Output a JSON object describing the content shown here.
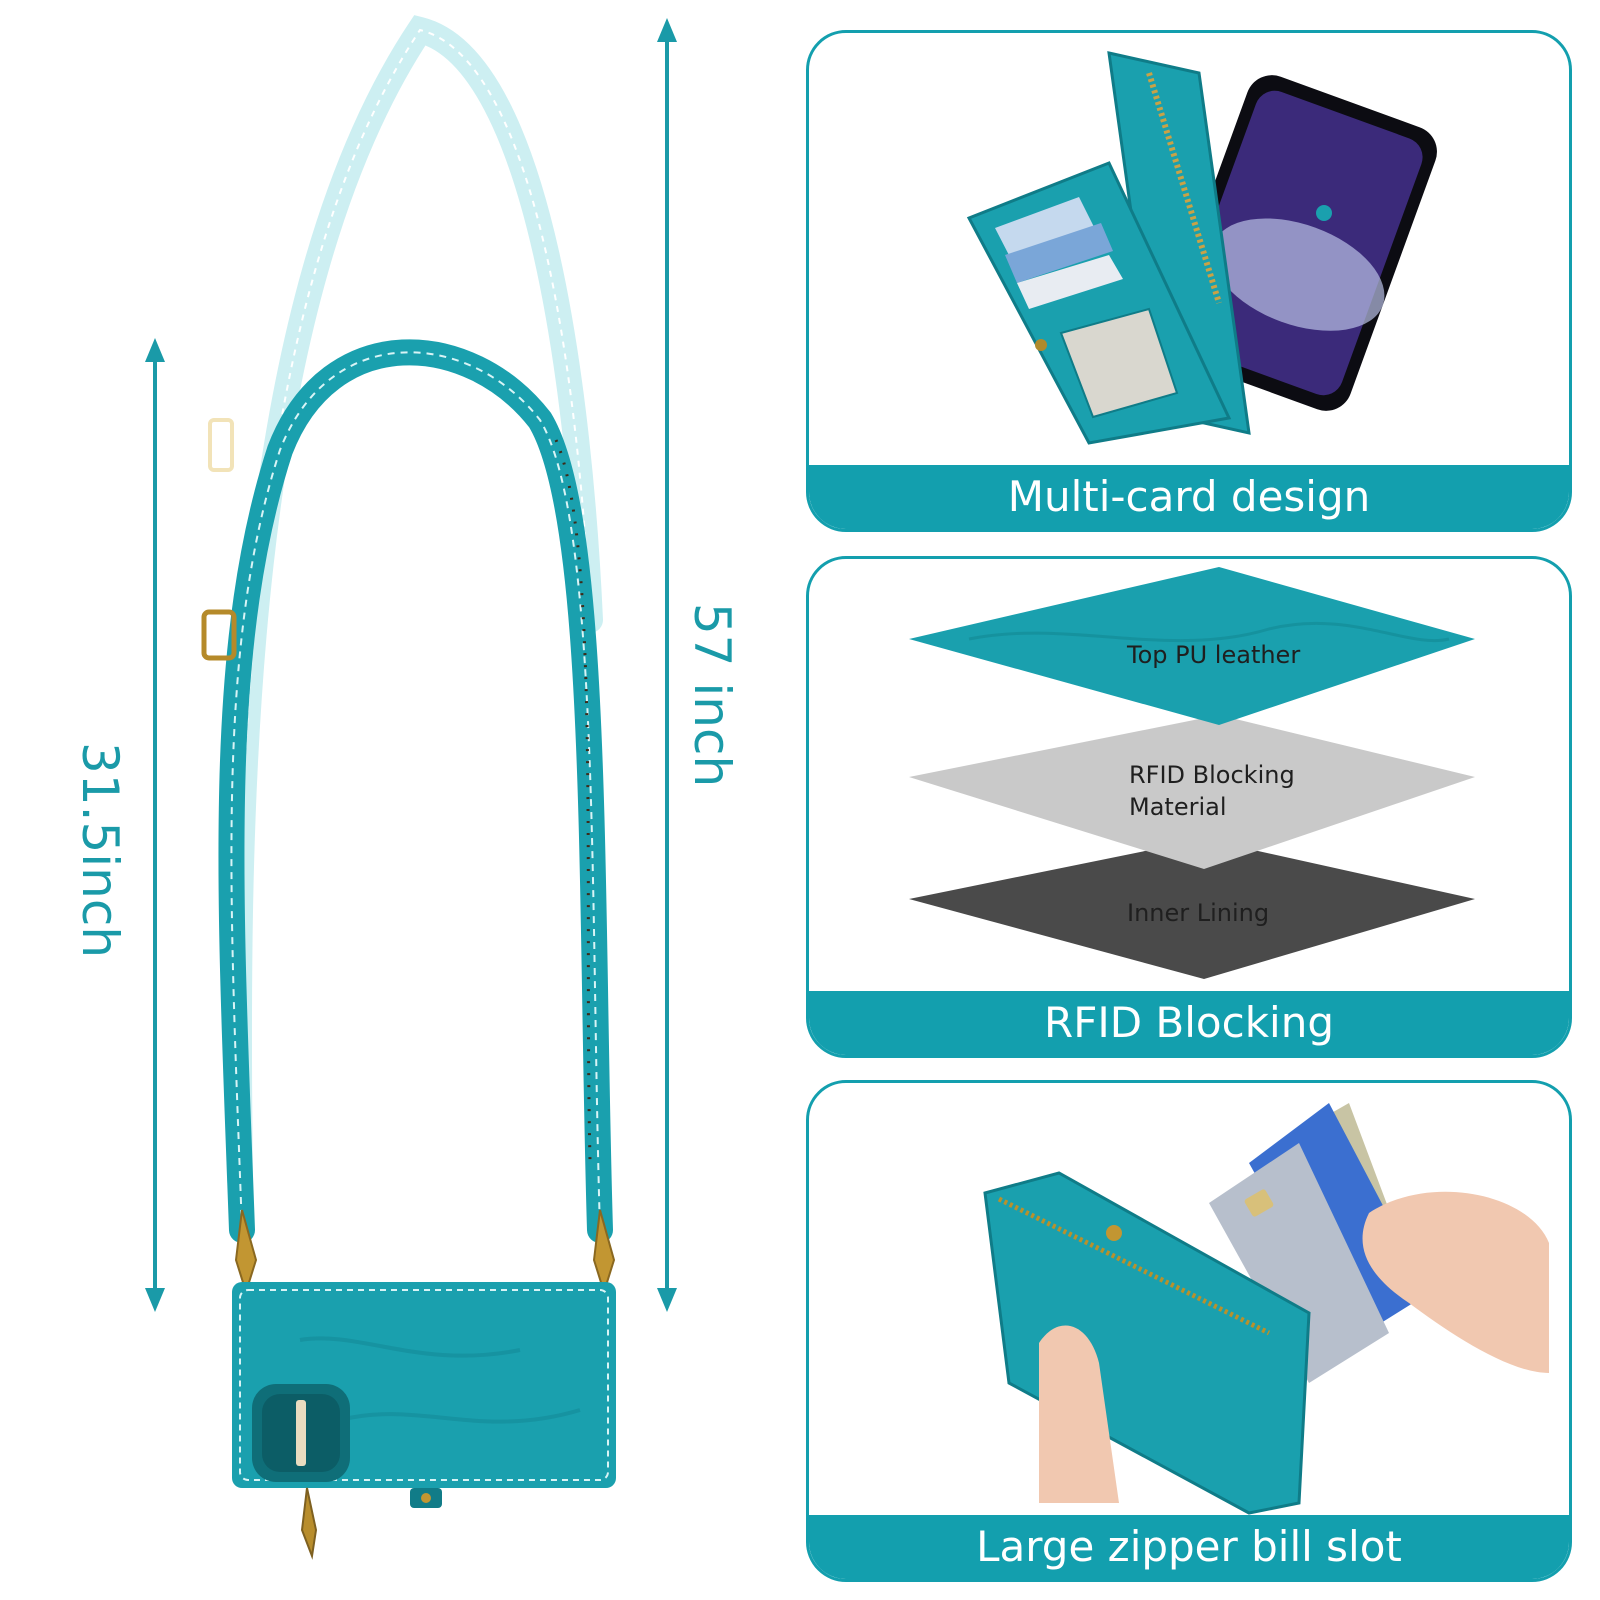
{
  "colors": {
    "accent": "#139fae",
    "leather": "#1aa0ae",
    "leather_dark": "#117c88",
    "rfid_layer": "#c9c9c9",
    "inner_lining": "#4a4a4a",
    "dimension_text": "#1a9aa8"
  },
  "dimensions": {
    "short_strap": "31.5inch",
    "long_strap": "57 inch"
  },
  "panels": [
    {
      "caption": "Multi-card design"
    },
    {
      "caption": "RFID Blocking"
    },
    {
      "caption": "Large zipper bill slot"
    }
  ],
  "layers": {
    "top": "Top PU leather",
    "middle_line1": "RFID Blocking",
    "middle_line2": "Material",
    "bottom": "Inner Lining"
  }
}
